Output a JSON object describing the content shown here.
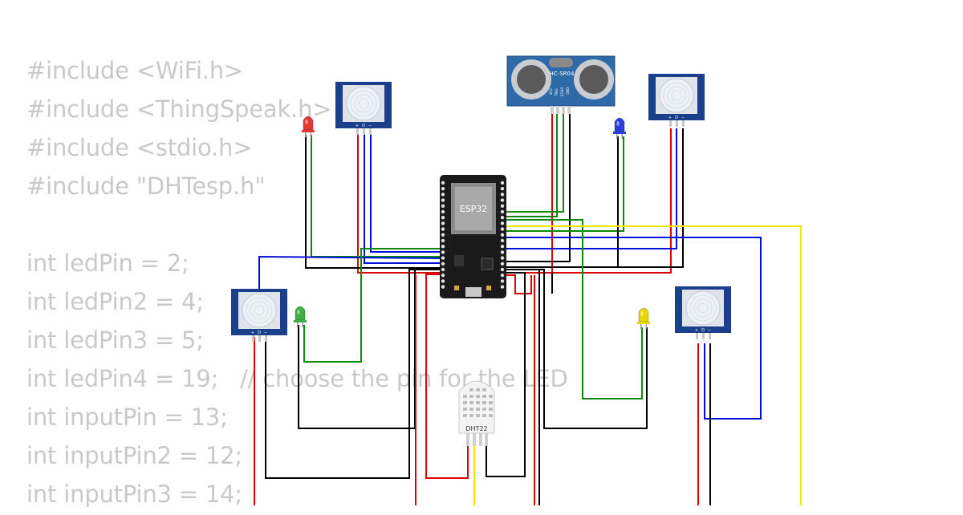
{
  "code_lines": [
    "#include <WiFi.h>",
    "#include <ThingSpeak.h>",
    "#include <stdio.h>",
    "#include \"DHTesp.h\"",
    "",
    "int ledPin = 2;",
    "int ledPin2 = 4;",
    "int ledPin3 = 5;",
    "int ledPin4 = 19;   // choose the pin for the LED",
    "int inputPin = 13;",
    "int inputPin2 = 12;",
    "int inputPin3 = 14;"
  ],
  "components": {
    "mcu_label": "ESP32",
    "ultrasonic_label": "HC-SR04",
    "ultrasonic_pins": [
      "VCC",
      "TRIG",
      "ECHO",
      "GND"
    ],
    "dht_label": "DHT22",
    "pir_pin_labels": [
      "+",
      "D",
      "−"
    ]
  },
  "leds": [
    {
      "name": "red",
      "color": "#e53935"
    },
    {
      "name": "blue",
      "color": "#2b3fe0"
    },
    {
      "name": "green",
      "color": "#3cb043"
    },
    {
      "name": "yellow",
      "color": "#e8d800"
    }
  ],
  "wire_colors": {
    "power": "#e00000",
    "ground": "#000000",
    "signal": "#0010d8",
    "led": "#0a8a0a",
    "data": "#f5e800"
  }
}
